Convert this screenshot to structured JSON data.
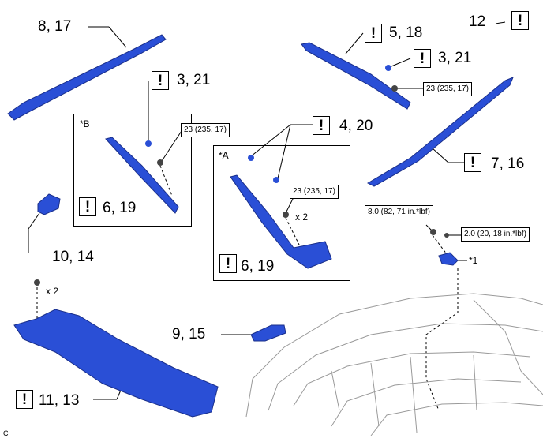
{
  "warning_symbol": "!",
  "callouts": {
    "c8_17": "8, 17",
    "c5_18": "5, 18",
    "c12": "12",
    "c3_21_top": "3, 21",
    "c3_21_left": "3, 21",
    "c4_20": "4, 20",
    "c7_16": "7, 16",
    "c6_19_b": "6, 19",
    "c6_19_a": "6, 19",
    "c10_14": "10, 14",
    "c9_15": "9, 15",
    "c11_13": "11, 13"
  },
  "torques": {
    "t_top": "23 (235, 17)",
    "t_b": "23 (235, 17)",
    "t_a": "23 (235, 17)",
    "t_8": "8.0 (82, 71 in.*lbf)",
    "t_2": "2.0 (20, 18 in.*lbf)"
  },
  "box_labels": {
    "b": "*B",
    "a": "*A",
    "star1": "*1"
  },
  "quantities": {
    "q_a": "x 2",
    "q_cowl": "x 2"
  },
  "corner_code": "C",
  "colors": {
    "part_blue": "#2a4fd6",
    "part_dark": "#1a2f8a",
    "engine_gray": "#9a9a9a"
  }
}
